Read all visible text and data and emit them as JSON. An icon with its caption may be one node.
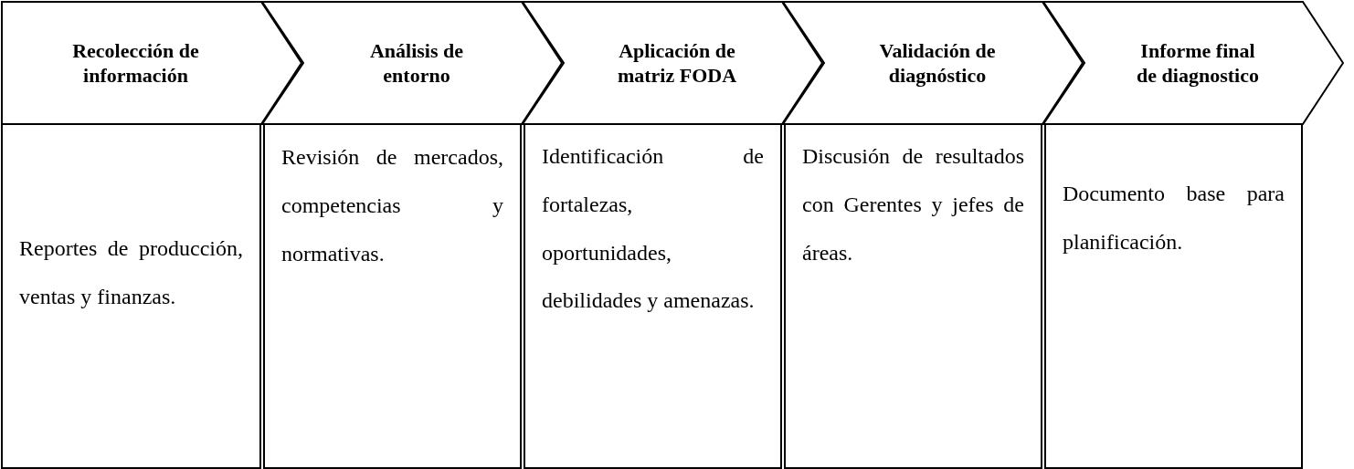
{
  "diagram": {
    "nodes": [
      {
        "text": [
          "Recolección de información"
        ]
      },
      {
        "text": [
          "Análisis de entorno"
        ]
      },
      {
        "text": [
          "Aplicación de matriz FODA"
        ]
      },
      {
        "text": [
          "Validación de diagnóstico"
        ]
      },
      {
        "text": [
          "Informe final de diagnostico"
        ]
      },
      {
        "text": [
          "Reportes de producción, ventas y finanzas."
        ]
      },
      {
        "text": [
          "Revisión de mercados, competencias y normativas."
        ]
      },
      {
        "text": [
          "Identificación de fortalezas, oportunidades, debilidades y amenazas."
        ]
      },
      {
        "text": [
          "Discusión de resultados con Gerentes y jefes de áreas."
        ]
      },
      {
        "text": [
          "Documento base para planificación."
        ]
      }
    ],
    "edges": []
  }
}
